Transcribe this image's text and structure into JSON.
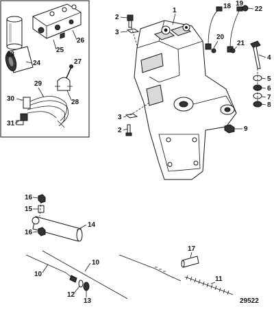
{
  "callouts": {
    "c1": "1",
    "c2a": "2",
    "c2b": "2",
    "c3a": "3",
    "c3b": "3",
    "c4": "4",
    "c5": "5",
    "c6": "6",
    "c7": "7",
    "c8": "8",
    "c9": "9",
    "c10a": "10",
    "c10b": "10",
    "c11": "11",
    "c12": "12",
    "c13": "13",
    "c14": "14",
    "c15": "15",
    "c16a": "16",
    "c16b": "16",
    "c17": "17",
    "c18": "18",
    "c19": "19",
    "c20": "20",
    "c21": "21",
    "c22": "22",
    "c23": "23",
    "c24": "24",
    "c25": "25",
    "c26": "26",
    "c27": "27",
    "c28": "28",
    "c29": "29",
    "c30": "30",
    "c31": "31"
  },
  "figure_ref": "29522"
}
